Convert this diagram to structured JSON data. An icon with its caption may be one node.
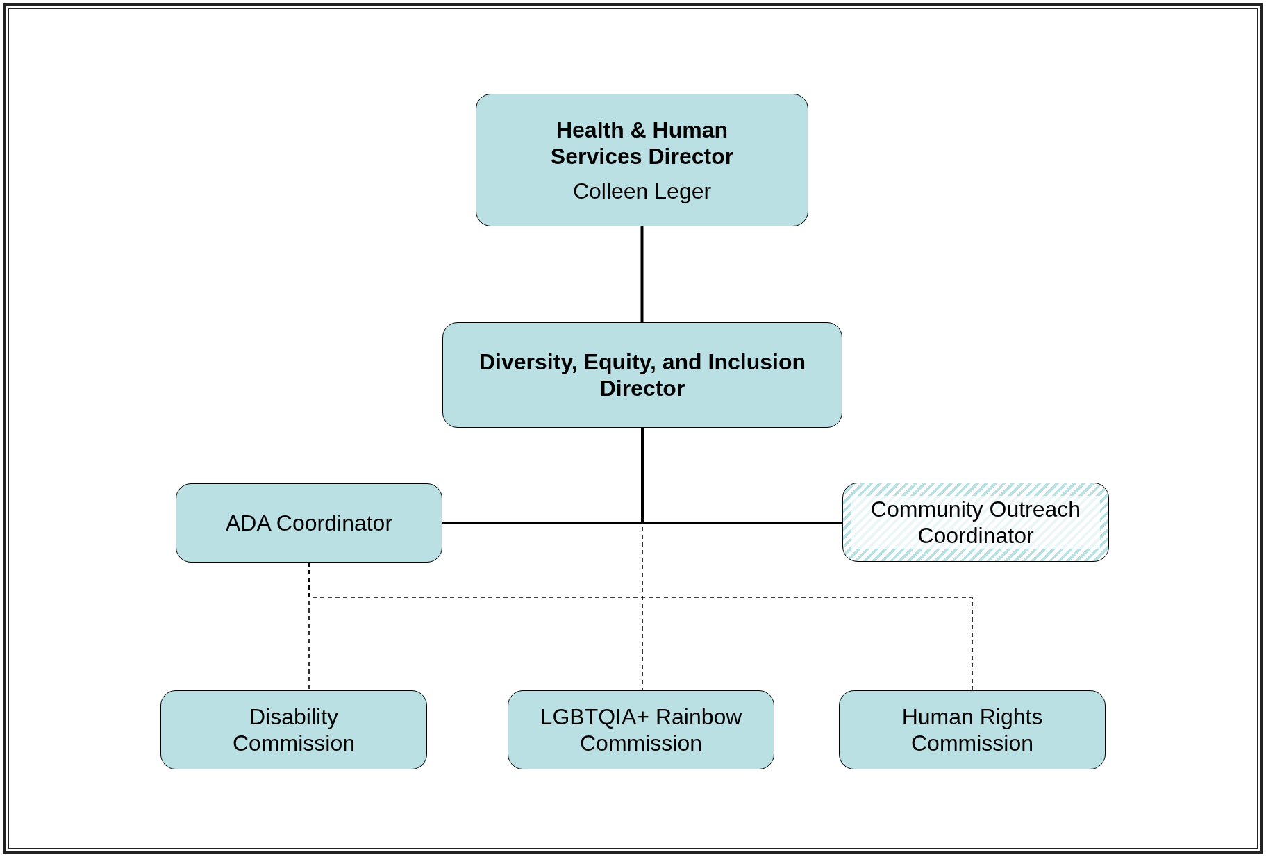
{
  "diagram": {
    "nodes": [
      {
        "text": [
          "Health & Human Services Director",
          "Colleen Leger"
        ]
      },
      {
        "text": [
          "Diversity, Equity, and Inclusion Director"
        ]
      },
      {
        "text": [
          "ADA Coordinator"
        ]
      },
      {
        "text": [
          "Community Outreach Coordinator"
        ]
      },
      {
        "text": [
          "Disability Commission"
        ]
      },
      {
        "text": [
          "LGBTQIA+ Rainbow Commission"
        ]
      },
      {
        "text": [
          "Human Rights Commission"
        ]
      }
    ],
    "edges": [
      {
        "from": 0,
        "to": 1,
        "arrow": "none"
      },
      {
        "from": 1,
        "to": 2,
        "arrow": "none"
      },
      {
        "from": 1,
        "to": 3,
        "arrow": "none"
      },
      {
        "from": 1,
        "to": 5,
        "arrow": "none",
        "style": "dashed"
      },
      {
        "from": 2,
        "to": 4,
        "arrow": "none",
        "style": "dashed"
      },
      {
        "from": 2,
        "to": 6,
        "arrow": "none",
        "style": "dashed"
      }
    ]
  }
}
